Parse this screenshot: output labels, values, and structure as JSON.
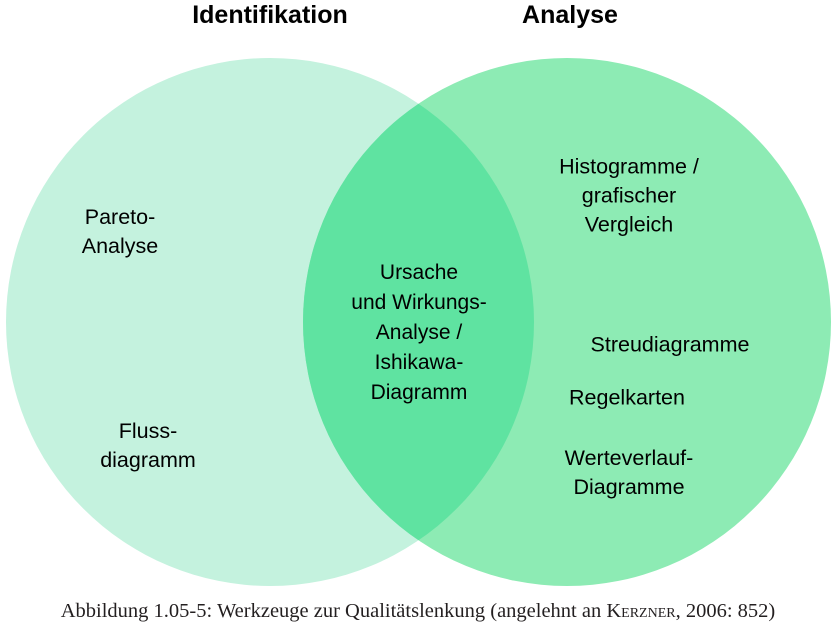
{
  "figure": {
    "headings": {
      "left": "Identifikation",
      "right": "Analyse"
    },
    "caption": {
      "prefix": "Abbildung 1.05-5: Werkzeuge zur Qualitätslenkung (angelehnt an ",
      "source": "Kerzner",
      "suffix": ", 2006: 852)"
    },
    "colors": {
      "left_circle": "#c4f2de",
      "right_circle": "#8debb4",
      "overlap": "#5fe3a1",
      "text": "#000000",
      "caption_text": "#231f20",
      "background": "#ffffff"
    },
    "left_only": [
      {
        "id": "pareto",
        "text": "Pareto-\nAnalyse"
      },
      {
        "id": "fluss",
        "text": "Fluss-\ndiagramm"
      }
    ],
    "overlap": [
      {
        "id": "ursache",
        "text": "Ursache\nund Wirkungs-\nAnalyse /\nIshikawa-\nDiagramm"
      }
    ],
    "right_only": [
      {
        "id": "histogramme",
        "text": "Histogramme /\ngrafischer\nVergleich"
      },
      {
        "id": "streudiagramme",
        "text": "Streudiagramme"
      },
      {
        "id": "regelkarten",
        "text": "Regelkarten"
      },
      {
        "id": "werteverlauf",
        "text": "Werteverlauf-\nDiagramme"
      }
    ]
  }
}
